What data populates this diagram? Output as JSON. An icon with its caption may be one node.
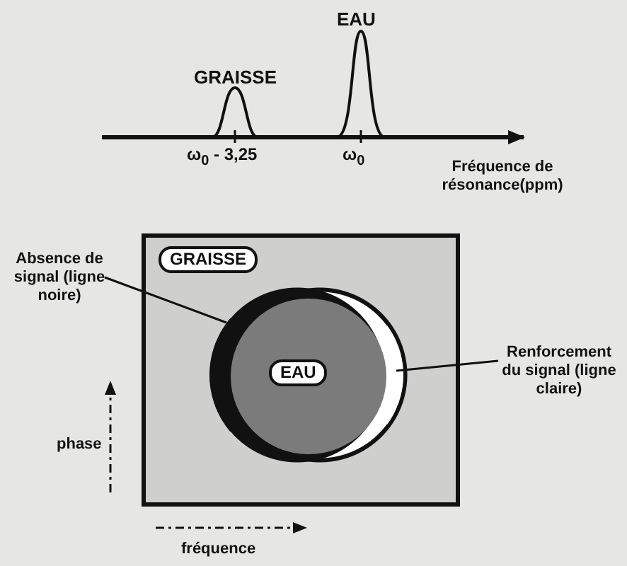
{
  "diagram": {
    "nodes": [
      {
        "text": [
          "GRAISSE"
        ]
      },
      {
        "text": [
          "EAU"
        ],
        "in": 0
      },
      {
        "text": [
          "Absence de signal (ligne noire)"
        ]
      },
      {
        "text": [],
        "shape": "crescent",
        "in": 0
      },
      {
        "text": [],
        "shape": "crescent",
        "in": 0
      },
      {
        "text": [
          "Renforcement du signal (ligne claire)"
        ]
      }
    ],
    "edges": [
      {
        "from": 2,
        "to": 3,
        "arrow": "none"
      },
      {
        "from": 5,
        "to": 4,
        "arrow": "none"
      }
    ],
    "labels": [
      "EAU",
      "GRAISSE",
      "ω$_{0}$ - 3,25",
      "ω$_{0}$",
      "Fréquence de résonance(ppm)",
      "phase",
      "fréquence"
    ]
  }
}
